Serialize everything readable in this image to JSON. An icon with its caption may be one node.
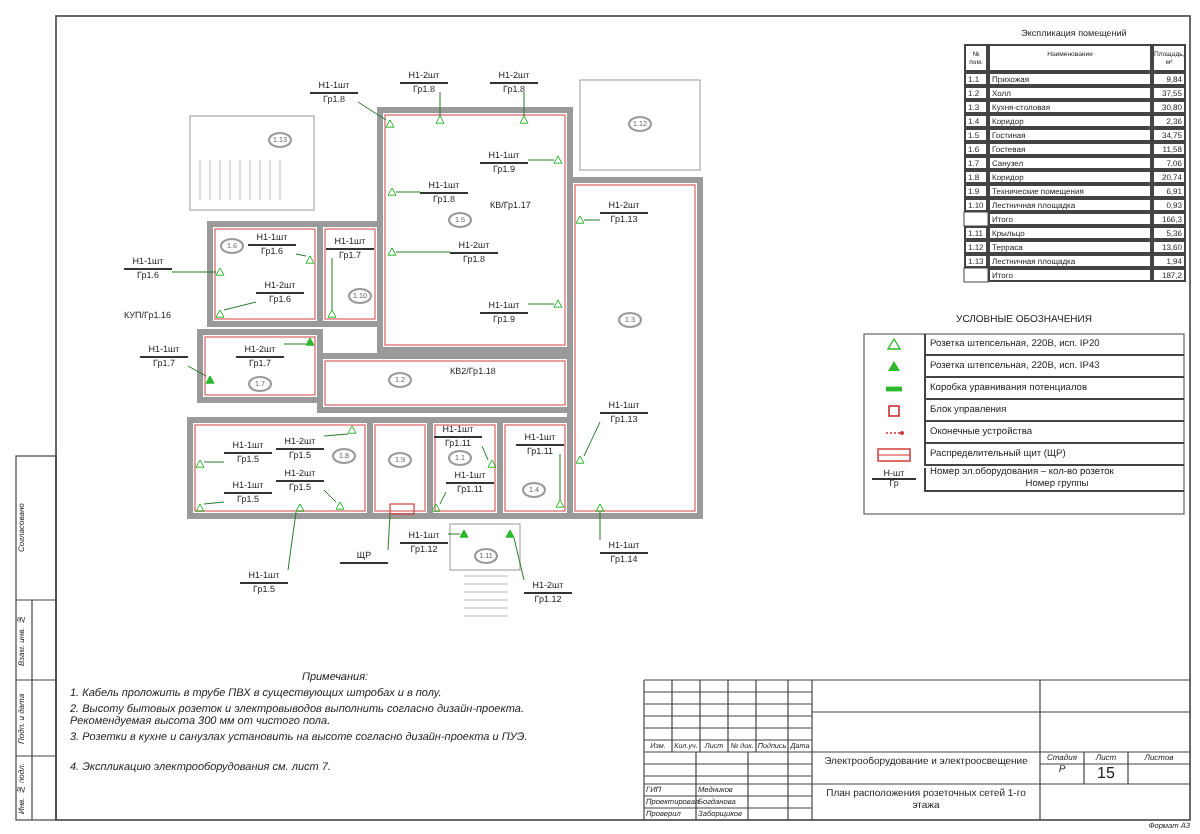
{
  "diagram": {
    "nodes": [
      {
        "text": [
          "Н1-1шт",
          "Гр1.8"
        ]
      },
      {
        "text": [
          "Н1-2шт",
          "Гр1.8"
        ]
      },
      {
        "text": [
          "Н1-2шт",
          "Гр1.8"
        ]
      },
      {
        "text": [
          "Н1-1шт",
          "Гр1.8"
        ]
      },
      {
        "text": [
          "Н1-2шт",
          "Гр1.8"
        ]
      },
      {
        "text": [
          "Н1-1шт",
          "Гр1.9"
        ]
      },
      {
        "text": [
          "Н1-1шт",
          "Гр1.9"
        ]
      },
      {
        "text": [
          "Н1-1шт",
          "Гр1.6"
        ]
      },
      {
        "text": [
          "Н1-1шт",
          "Гр1.6"
        ]
      },
      {
        "text": [
          "Н1-2шт",
          "Гр1.6"
        ]
      },
      {
        "text": [
          "Н1-1шт",
          "Гр1.7"
        ]
      },
      {
        "text": [
          "Н1-1шт",
          "Гр1.7"
        ]
      },
      {
        "text": [
          "Н1-2шт",
          "Гр1.7"
        ]
      },
      {
        "text": [
          "Н1-1шт",
          "Гр1.5"
        ]
      },
      {
        "text": [
          "Н1-2шт",
          "Гр1.5"
        ]
      },
      {
        "text": [
          "Н1-1шт",
          "Гр1.5"
        ]
      },
      {
        "text": [
          "Н1-2шт",
          "Гр1.5"
        ]
      },
      {
        "text": [
          "Н1-1шт",
          "Гр1.5"
        ]
      },
      {
        "text": [
          "Н1-1шт",
          "Гр1.11"
        ]
      },
      {
        "text": [
          "Н1-1шт",
          "Гр1.11"
        ]
      },
      {
        "text": [
          "Н1-1шт",
          "Гр1.11"
        ]
      },
      {
        "text": [
          "Н1-1шт",
          "Гр1.12"
        ]
      },
      {
        "text": [
          "Н1-2шт",
          "Гр1.12"
        ]
      },
      {
        "text": [
          "Н1-1шт",
          "Гр1.14"
        ]
      },
      {
        "text": [
          "Н1-2шт",
          "Гр1.13"
        ]
      },
      {
        "text": [
          "Н1-1шт",
          "Гр1.13"
        ]
      },
      {
        "text": [
          "ЩР"
        ]
      },
      {
        "text": [],
        "shape": "triangle"
      },
      {
        "text": [],
        "shape": "triangle"
      },
      {
        "text": [],
        "shape": "triangle"
      },
      {
        "text": [],
        "shape": "triangle"
      },
      {
        "text": [],
        "shape": "triangle"
      },
      {
        "text": [],
        "shape": "triangle"
      },
      {
        "text": [],
        "shape": "triangle"
      },
      {
        "text": [],
        "shape": "triangle"
      },
      {
        "text": [],
        "shape": "triangle"
      },
      {
        "text": [],
        "shape": "triangle"
      },
      {
        "text": [],
        "shape": "triangle"
      },
      {
        "text": [],
        "shape": "triangle"
      },
      {
        "text": [],
        "shape": "triangle"
      },
      {
        "text": [],
        "shape": "triangle"
      },
      {
        "text": [],
        "shape": "triangle"
      },
      {
        "text": [],
        "shape": "triangle"
      },
      {
        "text": [],
        "shape": "triangle"
      },
      {
        "text": [],
        "shape": "triangle"
      },
      {
        "text": [],
        "shape": "triangle"
      },
      {
        "text": [],
        "shape": "triangle"
      },
      {
        "text": [],
        "shape": "triangle"
      },
      {
        "text": [],
        "shape": "triangle"
      },
      {
        "text": [],
        "shape": "triangle"
      },
      {
        "text": [],
        "shape": "triangle"
      },
      {
        "text": [],
        "shape": "triangle"
      },
      {
        "text": [],
        "shape": "triangle"
      },
      {
        "text": [],
        "shape": "box"
      }
    ],
    "edges": [
      {
        "from": 0,
        "to": 27,
        "arrow": "none"
      },
      {
        "from": 1,
        "to": 28,
        "arrow": "none"
      },
      {
        "from": 2,
        "to": 29,
        "arrow": "none"
      },
      {
        "from": 3,
        "to": 30,
        "arrow": "none"
      },
      {
        "from": 4,
        "to": 31,
        "arrow": "none"
      },
      {
        "from": 5,
        "to": 32,
        "arrow": "none"
      },
      {
        "from": 6,
        "to": 33,
        "arrow": "none"
      },
      {
        "from": 7,
        "to": 34,
        "arrow": "none"
      },
      {
        "from": 8,
        "to": 35,
        "arrow": "none"
      },
      {
        "from": 9,
        "to": 36,
        "arrow": "none"
      },
      {
        "from": 10,
        "to": 37,
        "arrow": "none"
      },
      {
        "from": 11,
        "to": 38,
        "arrow": "none"
      },
      {
        "from": 12,
        "to": 39,
        "arrow": "none"
      },
      {
        "from": 13,
        "to": 40,
        "arrow": "none"
      },
      {
        "from": 14,
        "to": 41,
        "arrow": "none"
      },
      {
        "from": 15,
        "to": 42,
        "arrow": "none"
      },
      {
        "from": 16,
        "to": 43,
        "arrow": "none"
      },
      {
        "from": 17,
        "to": 44,
        "arrow": "none"
      },
      {
        "from": 18,
        "to": 45,
        "arrow": "none"
      },
      {
        "from": 19,
        "to": 46,
        "arrow": "none"
      },
      {
        "from": 20,
        "to": 47,
        "arrow": "none"
      },
      {
        "from": 21,
        "to": 48,
        "arrow": "none"
      },
      {
        "from": 22,
        "to": 49,
        "arrow": "none"
      },
      {
        "from": 23,
        "to": 50,
        "arrow": "none"
      },
      {
        "from": 24,
        "to": 51,
        "arrow": "none"
      },
      {
        "from": 25,
        "to": 52,
        "arrow": "none"
      },
      {
        "from": 26,
        "to": 53,
        "arrow": "none"
      }
    ],
    "labels": [
      "Экспликация помещений",
      "№ пом.",
      "Наименование",
      "Площадь, м²",
      "1.1",
      "Прихожая",
      "9,84",
      "1.2",
      "Холл",
      "37,55",
      "1.3",
      "Кухня-столовая",
      "30,80",
      "1.4",
      "Коридор",
      "2,36",
      "1.5",
      "Гостиная",
      "34,75",
      "1.6",
      "Гостевая",
      "11,58",
      "1.7",
      "Санузел",
      "7,06",
      "1.8",
      "Коридор",
      "20,74",
      "1.9",
      "Технические помещения",
      "6,91",
      "1.10",
      "Лестничная площадка",
      "0,93",
      "Итого",
      "166,3",
      "1.11",
      "Крыльцо",
      "5,36",
      "1.12",
      "Терраса",
      "13,60",
      "1.13",
      "Лестничная площадка",
      "1,94",
      "Итого",
      "187,2",
      "УСЛОВНЫЕ ОБОЗНАЧЕНИЯ",
      "Н-шт",
      "Гр",
      "Примечания:",
      "1. Кабель проложить в трубе ПВХ в существующих штробах и в полу.",
      "2. Высоту бытовых розеток и электровыводов выполнить согласно дизайн-проекта. Рекомендуемая высота 300 мм от чистого пола.",
      "3. Розетки в кухне и санузлах установить на высоте согласно дизайн-проекта и ПУЭ.",
      "4. Экспликацию электрооборудования см. лист 7.",
      "Изм.",
      "Кол.уч.",
      "Лист",
      "№ док.",
      "Подпись",
      "Дата",
      "ГИП",
      "Медников",
      "Проектировал",
      "Богданова",
      "Проверил",
      "Заборщиков",
      "Электрооборудование и электроосвещение",
      "Стадия",
      "Лист",
      "Листов",
      "Р",
      "15",
      "План расположения розеточных сетей 1-го этажа",
      "Формат А3",
      "Согласовано",
      "Взам. инв. №",
      "Подп. и дата",
      "Инв. № подл.",
      "1.1",
      "1.2",
      "1.3",
      "1.4",
      "1.5",
      "1.6",
      "1.7",
      "1.8",
      "1.9",
      "1.10",
      "1.11",
      "1.12",
      "1.13",
      "КУП/Гр1.16",
      "КВ/Гр1.17",
      "КВ2/Гр1.18"
    ],
    "legend": [
      {
        "text": "Розетка штепсельная, 220В, исп. IP20"
      },
      {
        "text": "Розетка штепсельная, 220В, исп. IP43"
      },
      {
        "text": "Коробка уравнивания потенциалов"
      },
      {
        "text": "Блок управления"
      },
      {
        "text": "Оконечные устройства"
      },
      {
        "text": "Распределительный щит (ЩР)"
      },
      {
        "text": "Номер эл.оборудования – кол-во розеток"
      },
      {
        "text": "Номер группы"
      }
    ]
  }
}
